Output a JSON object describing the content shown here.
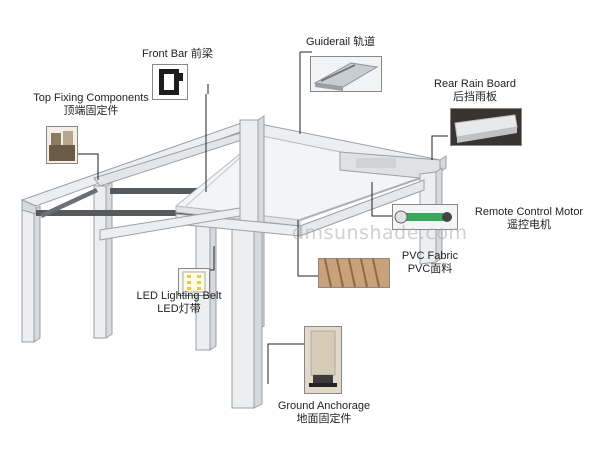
{
  "labels": {
    "front_bar": {
      "en": "Front Bar",
      "zh": "前梁"
    },
    "guiderail": {
      "en": "Guiderail",
      "zh": "轨道"
    },
    "top_fixing": {
      "en": "Top Fixing Components",
      "zh": "顶端固定件"
    },
    "rear_rain": {
      "en": "Rear Rain Board",
      "zh": "后挡雨板"
    },
    "motor": {
      "en": "Remote Control Motor",
      "zh": "遥控电机"
    },
    "pvc": {
      "en": "PVC Fabric",
      "zh": "PVC面料"
    },
    "led": {
      "en": "LED Lighting Belt",
      "zh": "LED灯带"
    },
    "ground": {
      "en": "Ground Anchorage",
      "zh": "地面固定件"
    }
  },
  "watermark": "dmsunshade.com",
  "colors": {
    "frame": "#e6e8ea",
    "edge": "#9aa0a6",
    "leader": "#222222",
    "fabric": "#c9a27a",
    "motor": "#3aa85a"
  }
}
